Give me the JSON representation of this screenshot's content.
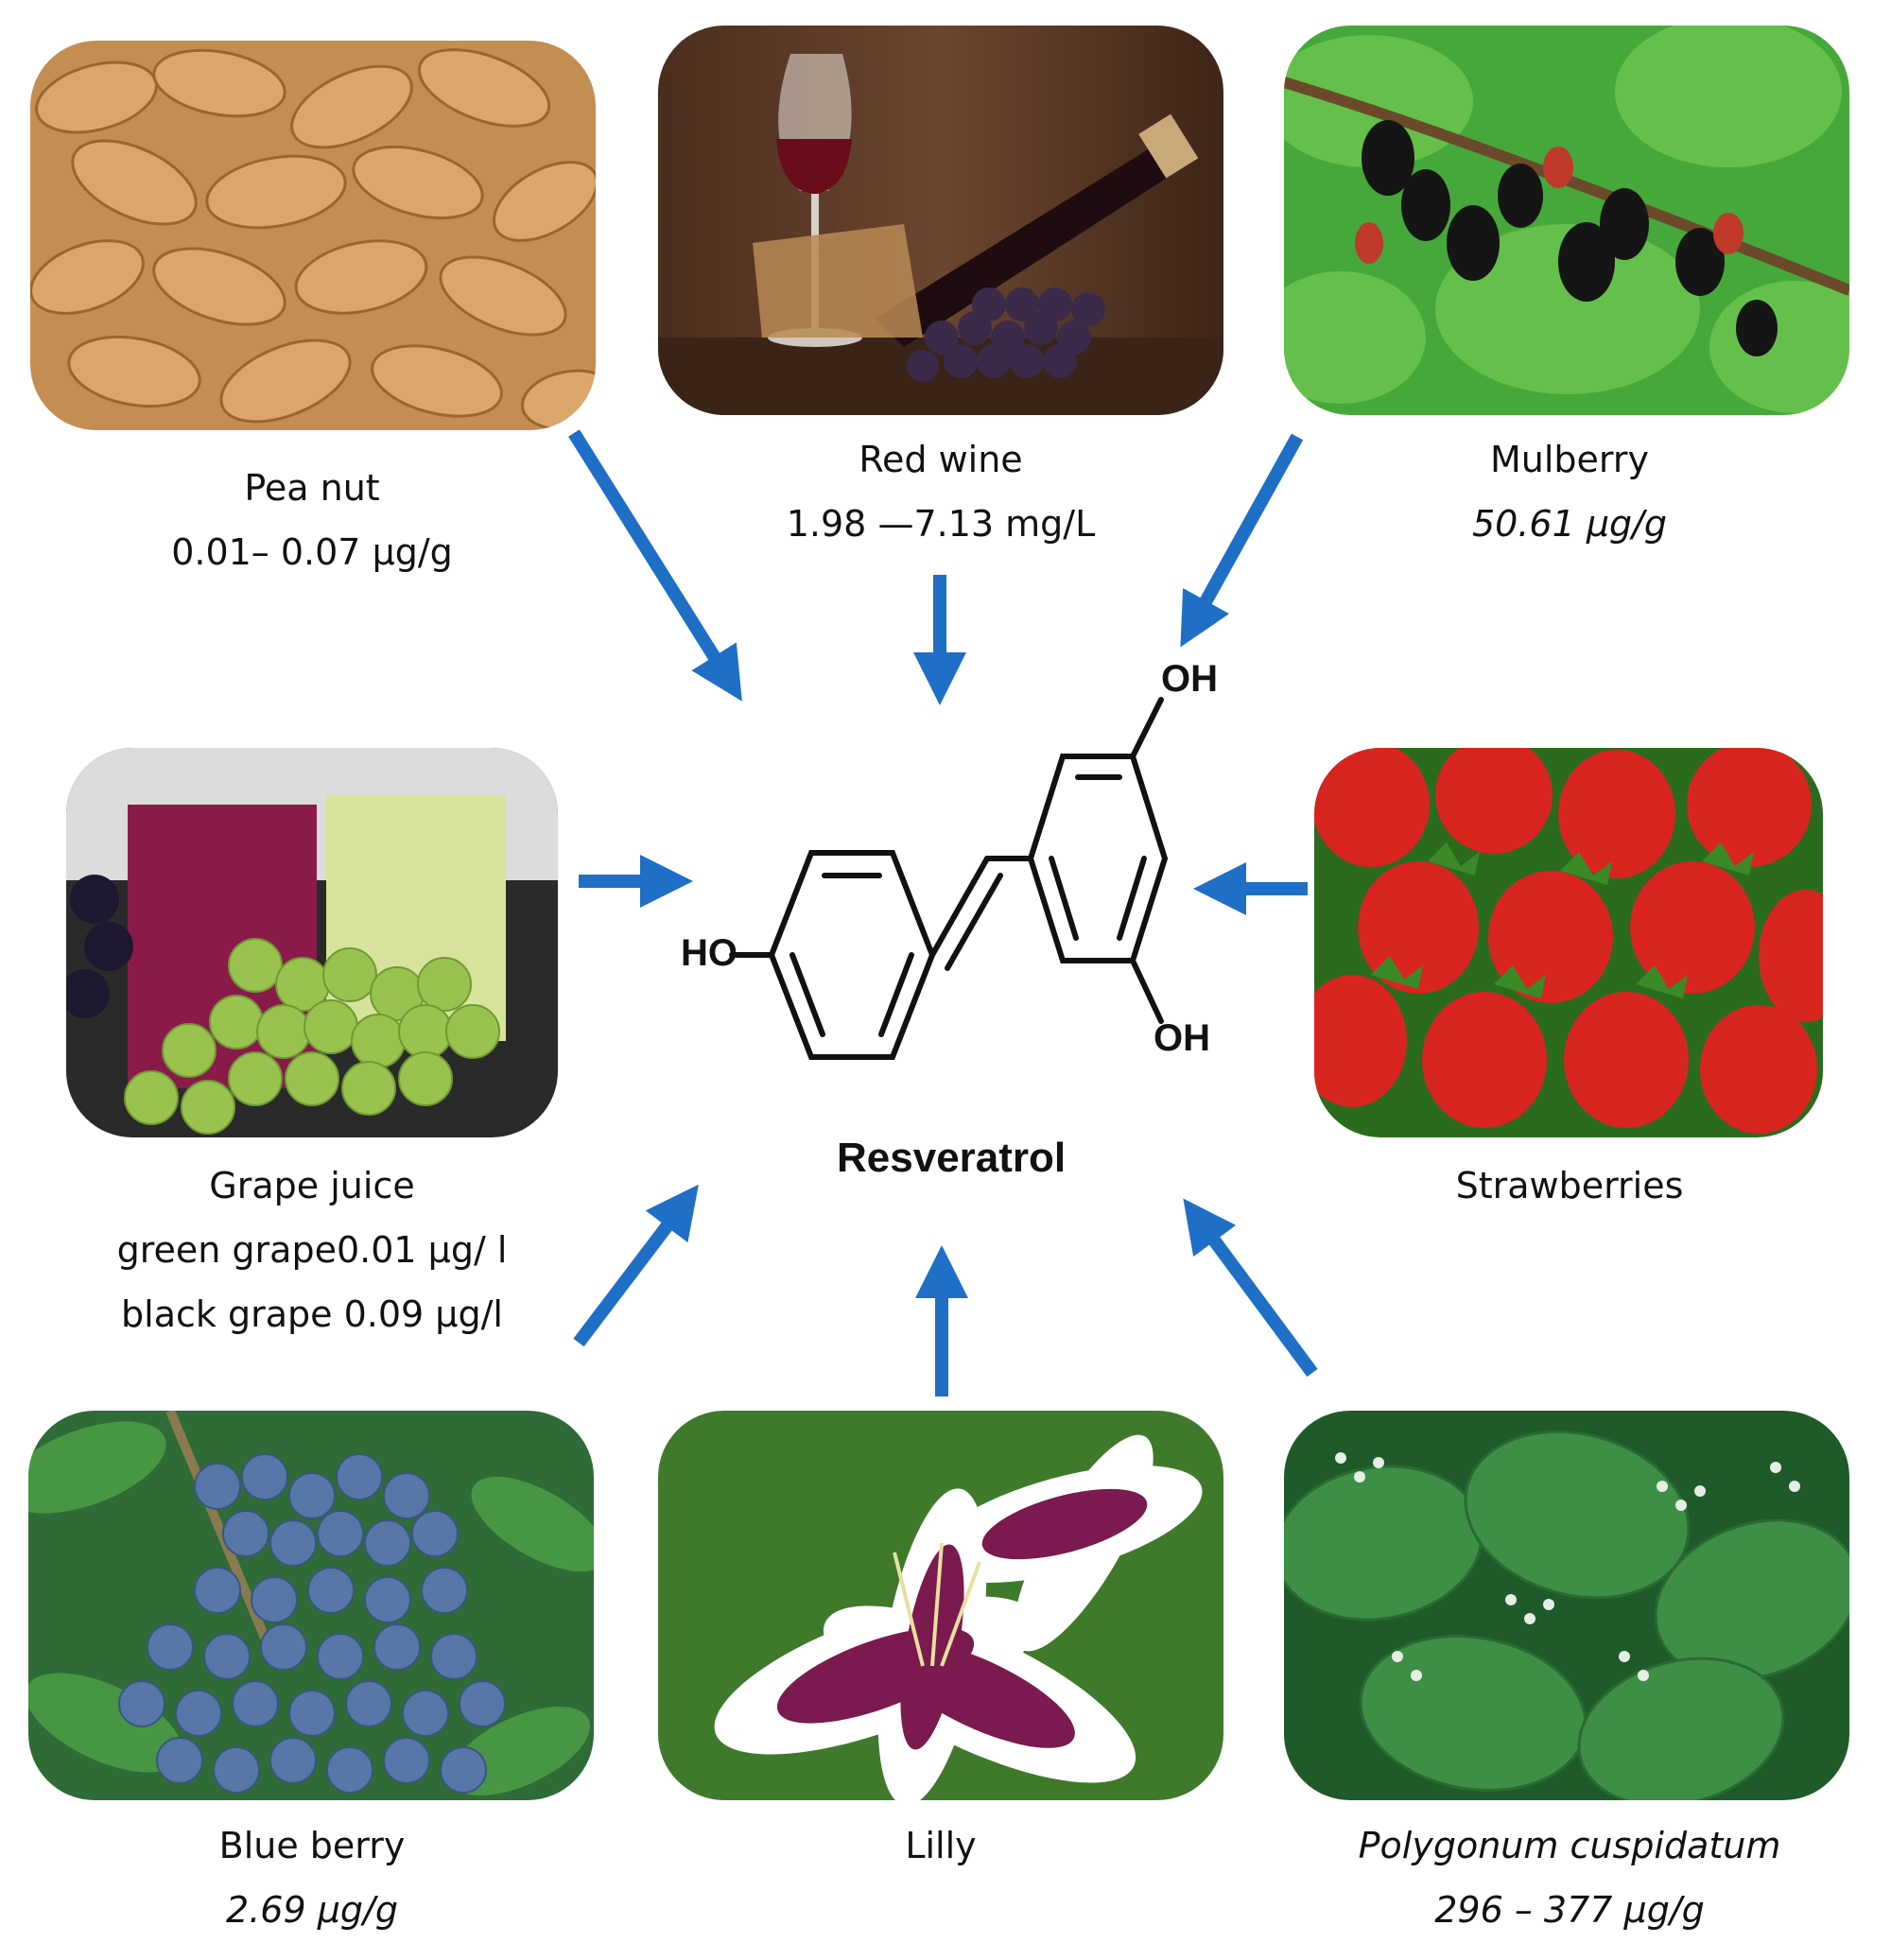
{
  "compound": {
    "name": "Resveratrol",
    "oh_top": "OH",
    "oh_bottom": "OH",
    "ho_left": "HO"
  },
  "sources": {
    "peanut": {
      "name": "Pea nut",
      "value": "0.01– 0.07 μg/g"
    },
    "red_wine": {
      "name": "Red wine",
      "value": "1.98 —7.13 mg/L"
    },
    "mulberry": {
      "name": "Mulberry",
      "value": "50.61 μg/g"
    },
    "grape_juice": {
      "name": "Grape juice",
      "value_green": "green grape0.01 μg/ l",
      "value_black": "black grape 0.09 μg/l"
    },
    "strawberries": {
      "name": "Strawberries"
    },
    "blueberry": {
      "name": "Blue berry",
      "value": "2.69 μg/g"
    },
    "lilly": {
      "name": "Lilly"
    },
    "polygonum": {
      "name": "Polygonum cuspidatum",
      "value": "296 – 377 μg/g"
    }
  },
  "colors": {
    "arrow": "#1f6fc6",
    "bond": "#111111"
  }
}
